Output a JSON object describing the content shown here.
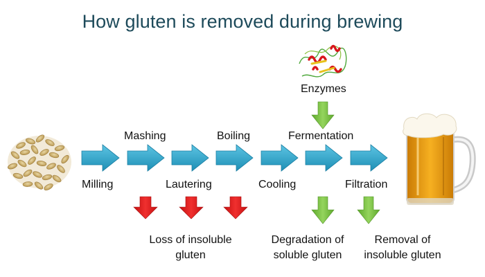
{
  "title": "How gluten is removed during brewing",
  "steps_top": [
    "Mashing",
    "Boiling",
    "Fermentation"
  ],
  "steps_bottom": [
    "Milling",
    "Lautering",
    "Cooling",
    "Filtration"
  ],
  "enzymes_label": "Enzymes",
  "notes": {
    "loss": "Loss of insoluble gluten",
    "degradation": "Degradation of soluble gluten",
    "removal": "Removal of insoluble gluten"
  },
  "colors": {
    "process_arrow": "#29a3c9",
    "loss_arrow": "#e3191b",
    "enzyme_arrow": "#7cc242",
    "title": "#1d4a5a"
  }
}
